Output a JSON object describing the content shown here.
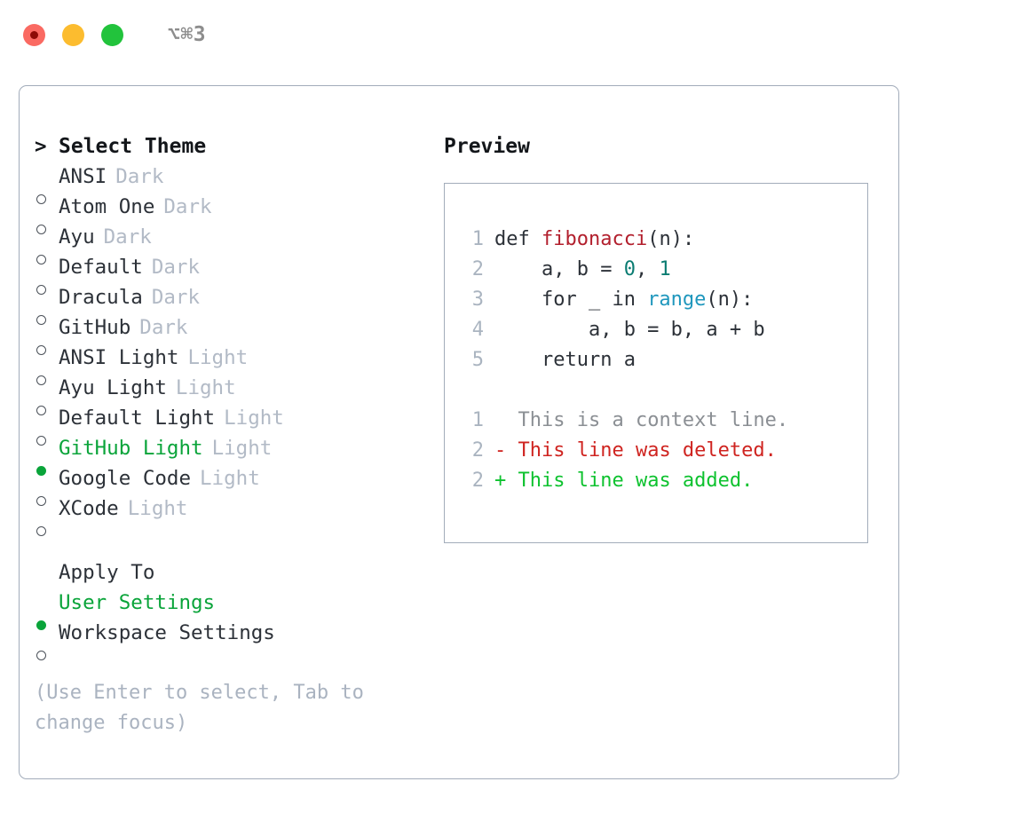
{
  "window": {
    "title": "⌥⌘3",
    "traffic_lights": [
      {
        "name": "close-button",
        "color": "#fa6a62"
      },
      {
        "name": "minimize-button",
        "color": "#fcbc2f"
      },
      {
        "name": "maximize-button",
        "color": "#22c33c"
      }
    ]
  },
  "theme_picker": {
    "header": "Select Theme",
    "caret": ">",
    "items": [
      {
        "label": "ANSI",
        "suffix": "Dark",
        "selected": false
      },
      {
        "label": "Atom One",
        "suffix": "Dark",
        "selected": false
      },
      {
        "label": "Ayu",
        "suffix": "Dark",
        "selected": false
      },
      {
        "label": "Default",
        "suffix": "Dark",
        "selected": false
      },
      {
        "label": "Dracula",
        "suffix": "Dark",
        "selected": false
      },
      {
        "label": "GitHub",
        "suffix": "Dark",
        "selected": false
      },
      {
        "label": "ANSI Light",
        "suffix": "Light",
        "selected": false
      },
      {
        "label": "Ayu Light",
        "suffix": "Light",
        "selected": false
      },
      {
        "label": "Default Light",
        "suffix": "Light",
        "selected": false
      },
      {
        "label": "GitHub Light",
        "suffix": "Light",
        "selected": true
      },
      {
        "label": "Google Code",
        "suffix": "Light",
        "selected": false
      },
      {
        "label": "XCode",
        "suffix": "Light",
        "selected": false
      }
    ]
  },
  "apply_to": {
    "header": "Apply To",
    "options": [
      {
        "label": "User Settings",
        "selected": true
      },
      {
        "label": "Workspace Settings",
        "selected": false
      }
    ]
  },
  "hint": "(Use Enter to select, Tab to change focus)",
  "preview": {
    "title": "Preview",
    "code_lines": [
      {
        "no": "1",
        "tokens": [
          {
            "text": "def ",
            "type": "kw"
          },
          {
            "text": "fibonacci",
            "type": "fn"
          },
          {
            "text": "(n):",
            "type": "plain"
          }
        ]
      },
      {
        "no": "2",
        "tokens": [
          {
            "text": "    a, b = ",
            "type": "plain"
          },
          {
            "text": "0",
            "type": "num"
          },
          {
            "text": ", ",
            "type": "plain"
          },
          {
            "text": "1",
            "type": "num"
          }
        ]
      },
      {
        "no": "3",
        "tokens": [
          {
            "text": "    for _ in ",
            "type": "plain"
          },
          {
            "text": "range",
            "type": "builtin"
          },
          {
            "text": "(n):",
            "type": "plain"
          }
        ]
      },
      {
        "no": "4",
        "tokens": [
          {
            "text": "        a, b = b, a + b",
            "type": "plain"
          }
        ]
      },
      {
        "no": "5",
        "tokens": [
          {
            "text": "    return a",
            "type": "plain"
          }
        ]
      }
    ],
    "diff_lines": [
      {
        "no": "1",
        "sign": "  ",
        "text": "This is a context line.",
        "kind": "ctx"
      },
      {
        "no": "2",
        "sign": "- ",
        "text": "This line was deleted.",
        "kind": "del"
      },
      {
        "no": "2",
        "sign": "+ ",
        "text": "This line was added.",
        "kind": "add"
      }
    ]
  },
  "colors": {
    "accent_green": "#0aa43a",
    "diff_add": "#0ec22f",
    "diff_del": "#cf2420",
    "border": "#a2acba",
    "muted": "#b2bac6",
    "text": "#2c3138"
  }
}
